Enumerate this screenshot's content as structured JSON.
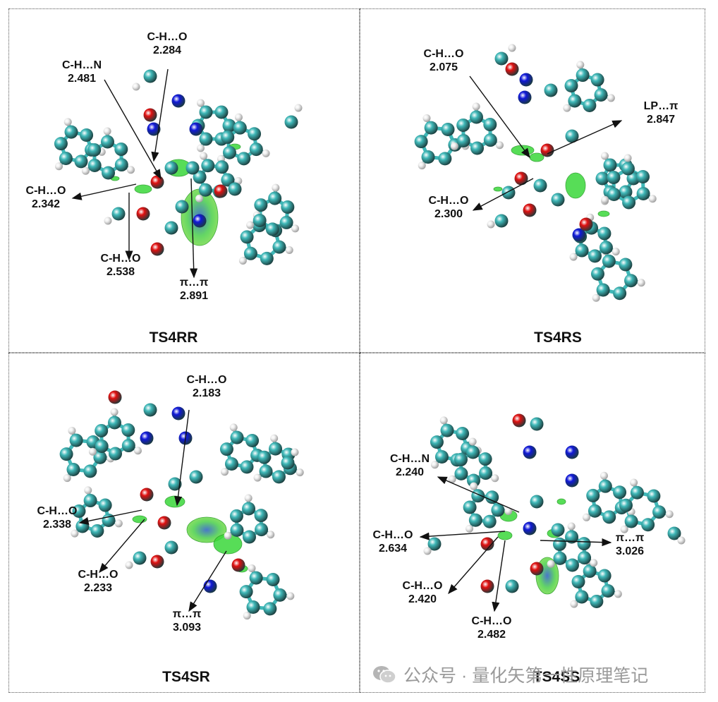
{
  "panels": [
    {
      "title": "TS4RR",
      "labels": [
        {
          "type": "C-H…N",
          "dist": "2.481"
        },
        {
          "type": "C-H…O",
          "dist": "2.284"
        },
        {
          "type": "C-H…O",
          "dist": "2.342"
        },
        {
          "type": "C-H…O",
          "dist": "2.538"
        },
        {
          "type": "π…π",
          "dist": "2.891"
        }
      ]
    },
    {
      "title": "TS4RS",
      "labels": [
        {
          "type": "C-H…O",
          "dist": "2.075"
        },
        {
          "type": "LP…π",
          "dist": "2.847"
        },
        {
          "type": "C-H…O",
          "dist": "2.300"
        }
      ]
    },
    {
      "title": "TS4SR",
      "labels": [
        {
          "type": "C-H…O",
          "dist": "2.183"
        },
        {
          "type": "C-H…O",
          "dist": "2.338"
        },
        {
          "type": "C-H…O",
          "dist": "2.233"
        },
        {
          "type": "π…π",
          "dist": "3.093"
        }
      ]
    },
    {
      "title": "TS4SS",
      "labels": [
        {
          "type": "C-H…N",
          "dist": "2.240"
        },
        {
          "type": "C-H…O",
          "dist": "2.634"
        },
        {
          "type": "π…π",
          "dist": "3.026"
        },
        {
          "type": "C-H…O",
          "dist": "2.420"
        },
        {
          "type": "C-H…O",
          "dist": "2.482"
        }
      ]
    }
  ],
  "watermark": "公众号 · 量化矢第一性原理笔记",
  "colors": {
    "carbon": "#3fb8b8",
    "hydrogen": "#f0f0f0",
    "oxygen": "#e01010",
    "nitrogen": "#1018d8",
    "isosurface": "#3ad83a",
    "arrow": "#111111"
  }
}
